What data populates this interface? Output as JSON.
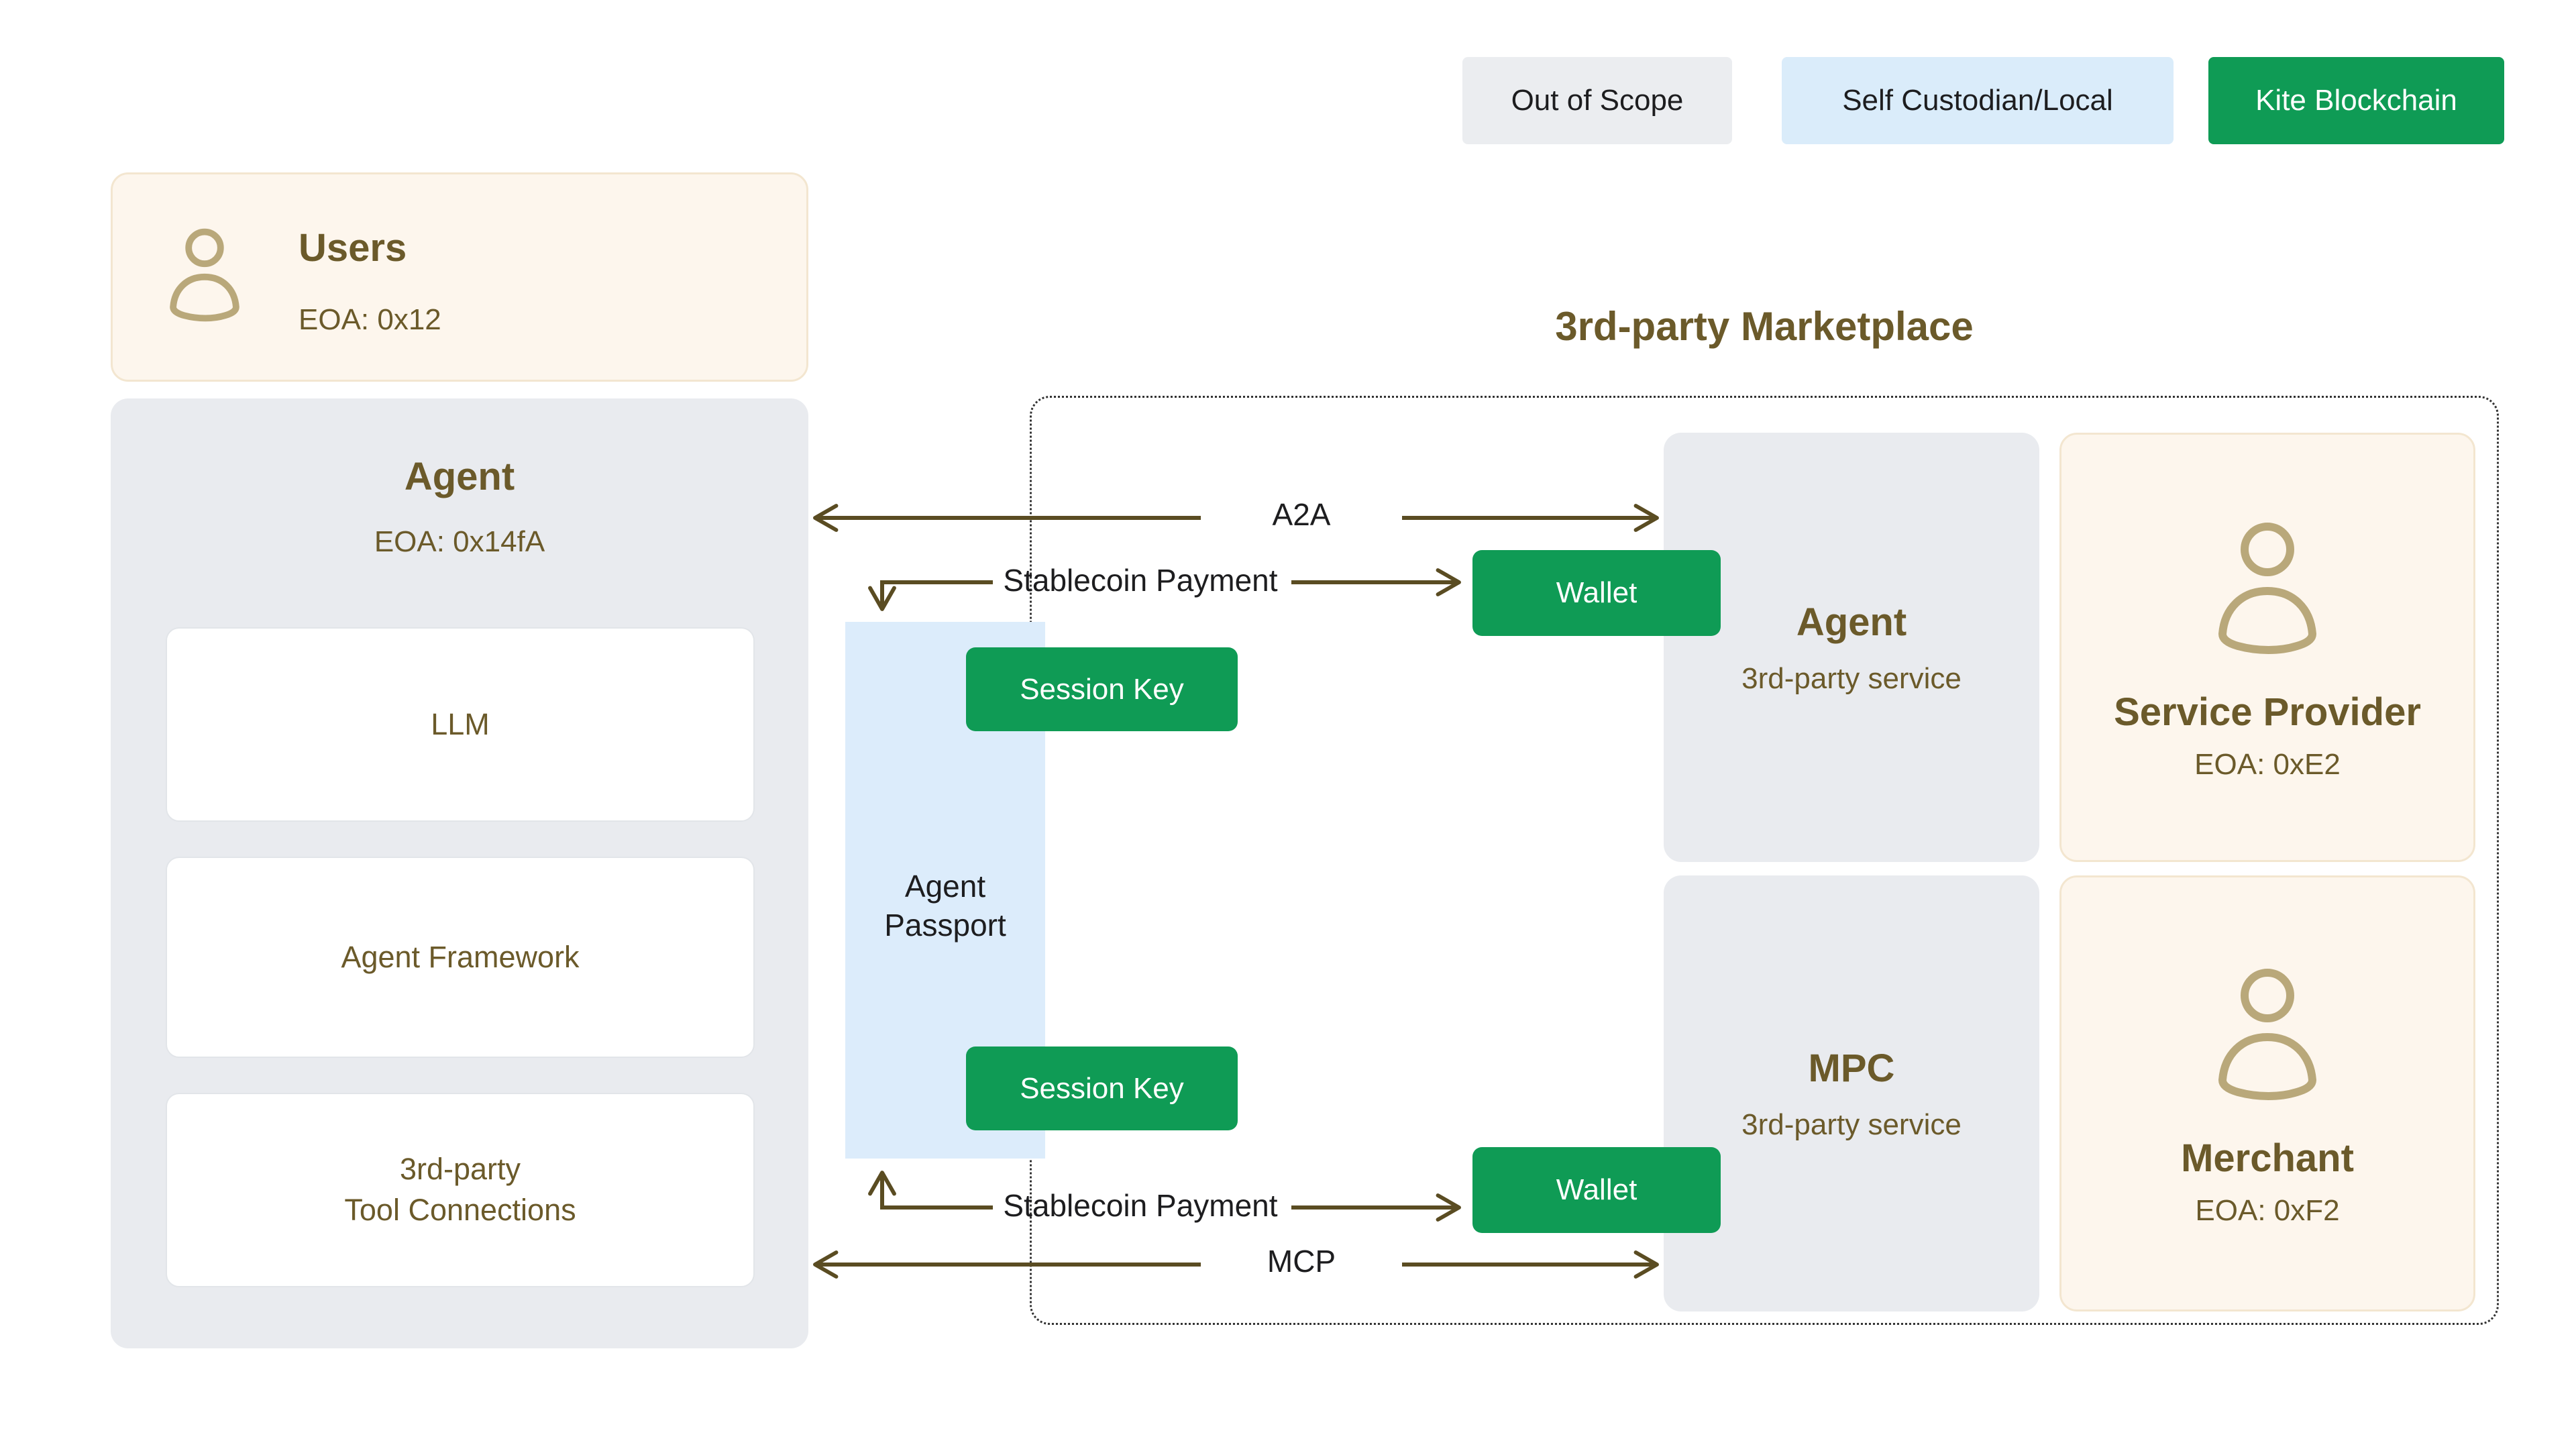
{
  "legend": {
    "out_of_scope": "Out of Scope",
    "self_custodian": "Self Custodian/Local",
    "kite_blockchain": "Kite Blockchain"
  },
  "users": {
    "title": "Users",
    "eoa": "EOA: 0x12"
  },
  "agent": {
    "title": "Agent",
    "eoa": "EOA: 0x14fA",
    "llm": "LLM",
    "framework": "Agent Framework",
    "tools": "3rd-party\nTool Connections"
  },
  "passport": {
    "label": "Agent\nPassport",
    "session_key_top": "Session Key",
    "session_key_bottom": "Session Key"
  },
  "marketplace": {
    "title": "3rd-party Marketplace",
    "agent_service": {
      "title": "Agent",
      "subtitle": "3rd-party service"
    },
    "service_provider": {
      "title": "Service Provider",
      "eoa": "EOA: 0xE2"
    },
    "mpc_service": {
      "title": "MPC",
      "subtitle": "3rd-party service"
    },
    "merchant": {
      "title": "Merchant",
      "eoa": "EOA: 0xF2"
    }
  },
  "wallets": {
    "top": "Wallet",
    "bottom": "Wallet"
  },
  "connections": {
    "a2a": "A2A",
    "mcp": "MCP",
    "stablecoin_top": "Stablecoin Payment",
    "stablecoin_bottom": "Stablecoin Payment"
  },
  "colors": {
    "kite_green": "#0f9b55",
    "passport_blue": "#dcecfb",
    "legend_blue": "#daecfa",
    "legend_gray": "#ebedf0",
    "card_gray": "#e9ebef",
    "card_cream": "#fdf6ed",
    "cream_border": "#f3e6d0",
    "heading_brown": "#6b5a2a",
    "arrow_brown": "#5a4c22",
    "person_icon_tan": "#b9a87a",
    "label_black": "#1d1d1f"
  }
}
